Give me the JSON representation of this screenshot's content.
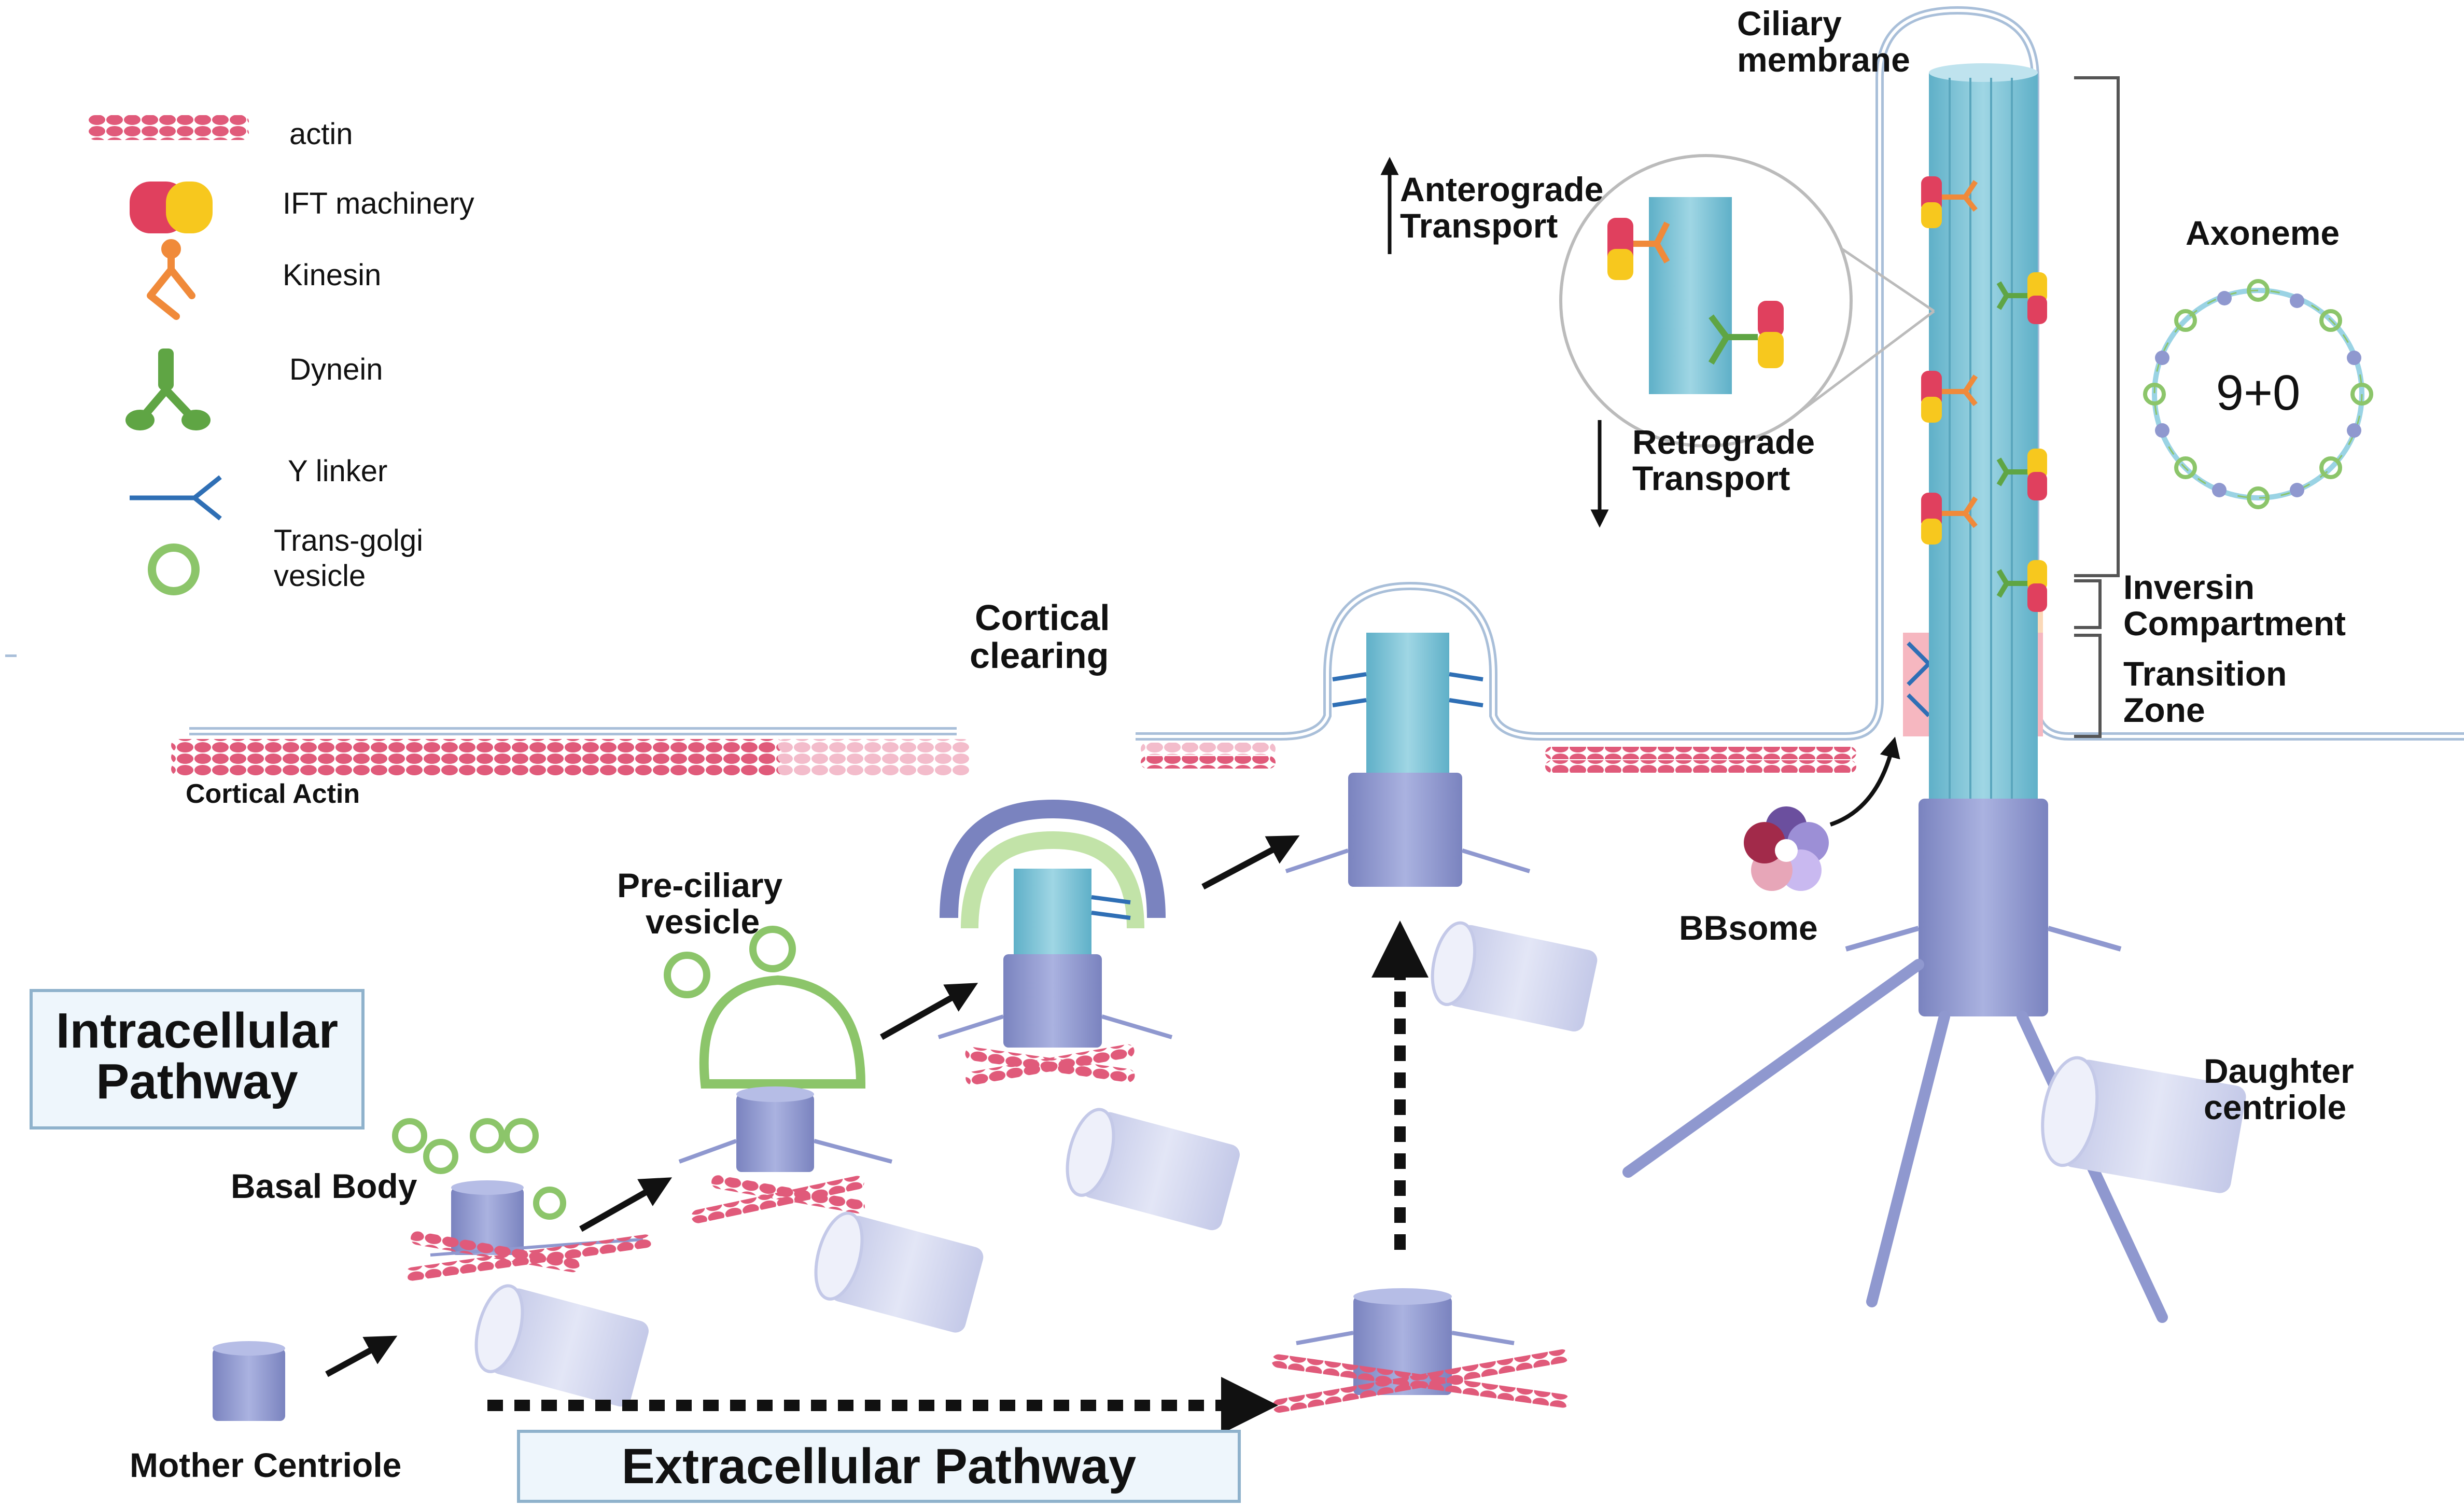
{
  "legend": {
    "actin": "actin",
    "ift": "IFT machinery",
    "kinesin": "Kinesin",
    "dynein": "Dynein",
    "ylinker": "Y linker",
    "golgi_line1": "Trans-golgi",
    "golgi_line2": "vesicle"
  },
  "labels": {
    "ciliary_membrane_1": "Ciliary",
    "ciliary_membrane_2": "membrane",
    "anterograde_1": "Anterograde",
    "anterograde_2": "Transport",
    "retrograde_1": "Retrograde",
    "retrograde_2": "Transport",
    "axoneme": "Axoneme",
    "axoneme_pattern": "9+0",
    "inversin_1": "Inversin",
    "inversin_2": "Compartment",
    "transition_1": "Transition",
    "transition_2": "Zone",
    "cortical_clearing_1": "Cortical",
    "cortical_clearing_2": "clearing",
    "cortical_actin": "Cortical Actin",
    "preciliary_1": "Pre-ciliary",
    "preciliary_2": "vesicle",
    "bbsome": "BBsome",
    "daughter_1": "Daughter",
    "daughter_2": "centriole",
    "basal_body": "Basal Body",
    "mother_centriole": "Mother Centriole",
    "intracellular_1": "Intracellular",
    "intracellular_2": "Pathway",
    "extracellular": "Extracellular Pathway"
  },
  "colors": {
    "actin": "#e05a7a",
    "actin_faded": "#f3bccb",
    "membrane": "#a9bfd9",
    "centriole": "#8f98cf",
    "axoneme": "#7fc3d6",
    "ift_red": "#e0405e",
    "ift_yellow": "#f7c81e",
    "kinesin": "#f08a3a",
    "dynein": "#5fa544",
    "ylinker": "#2f6fb5",
    "vesicle": "#8cc56a",
    "inversin": "#fbd9b8",
    "transition": "#f6b7c0"
  }
}
